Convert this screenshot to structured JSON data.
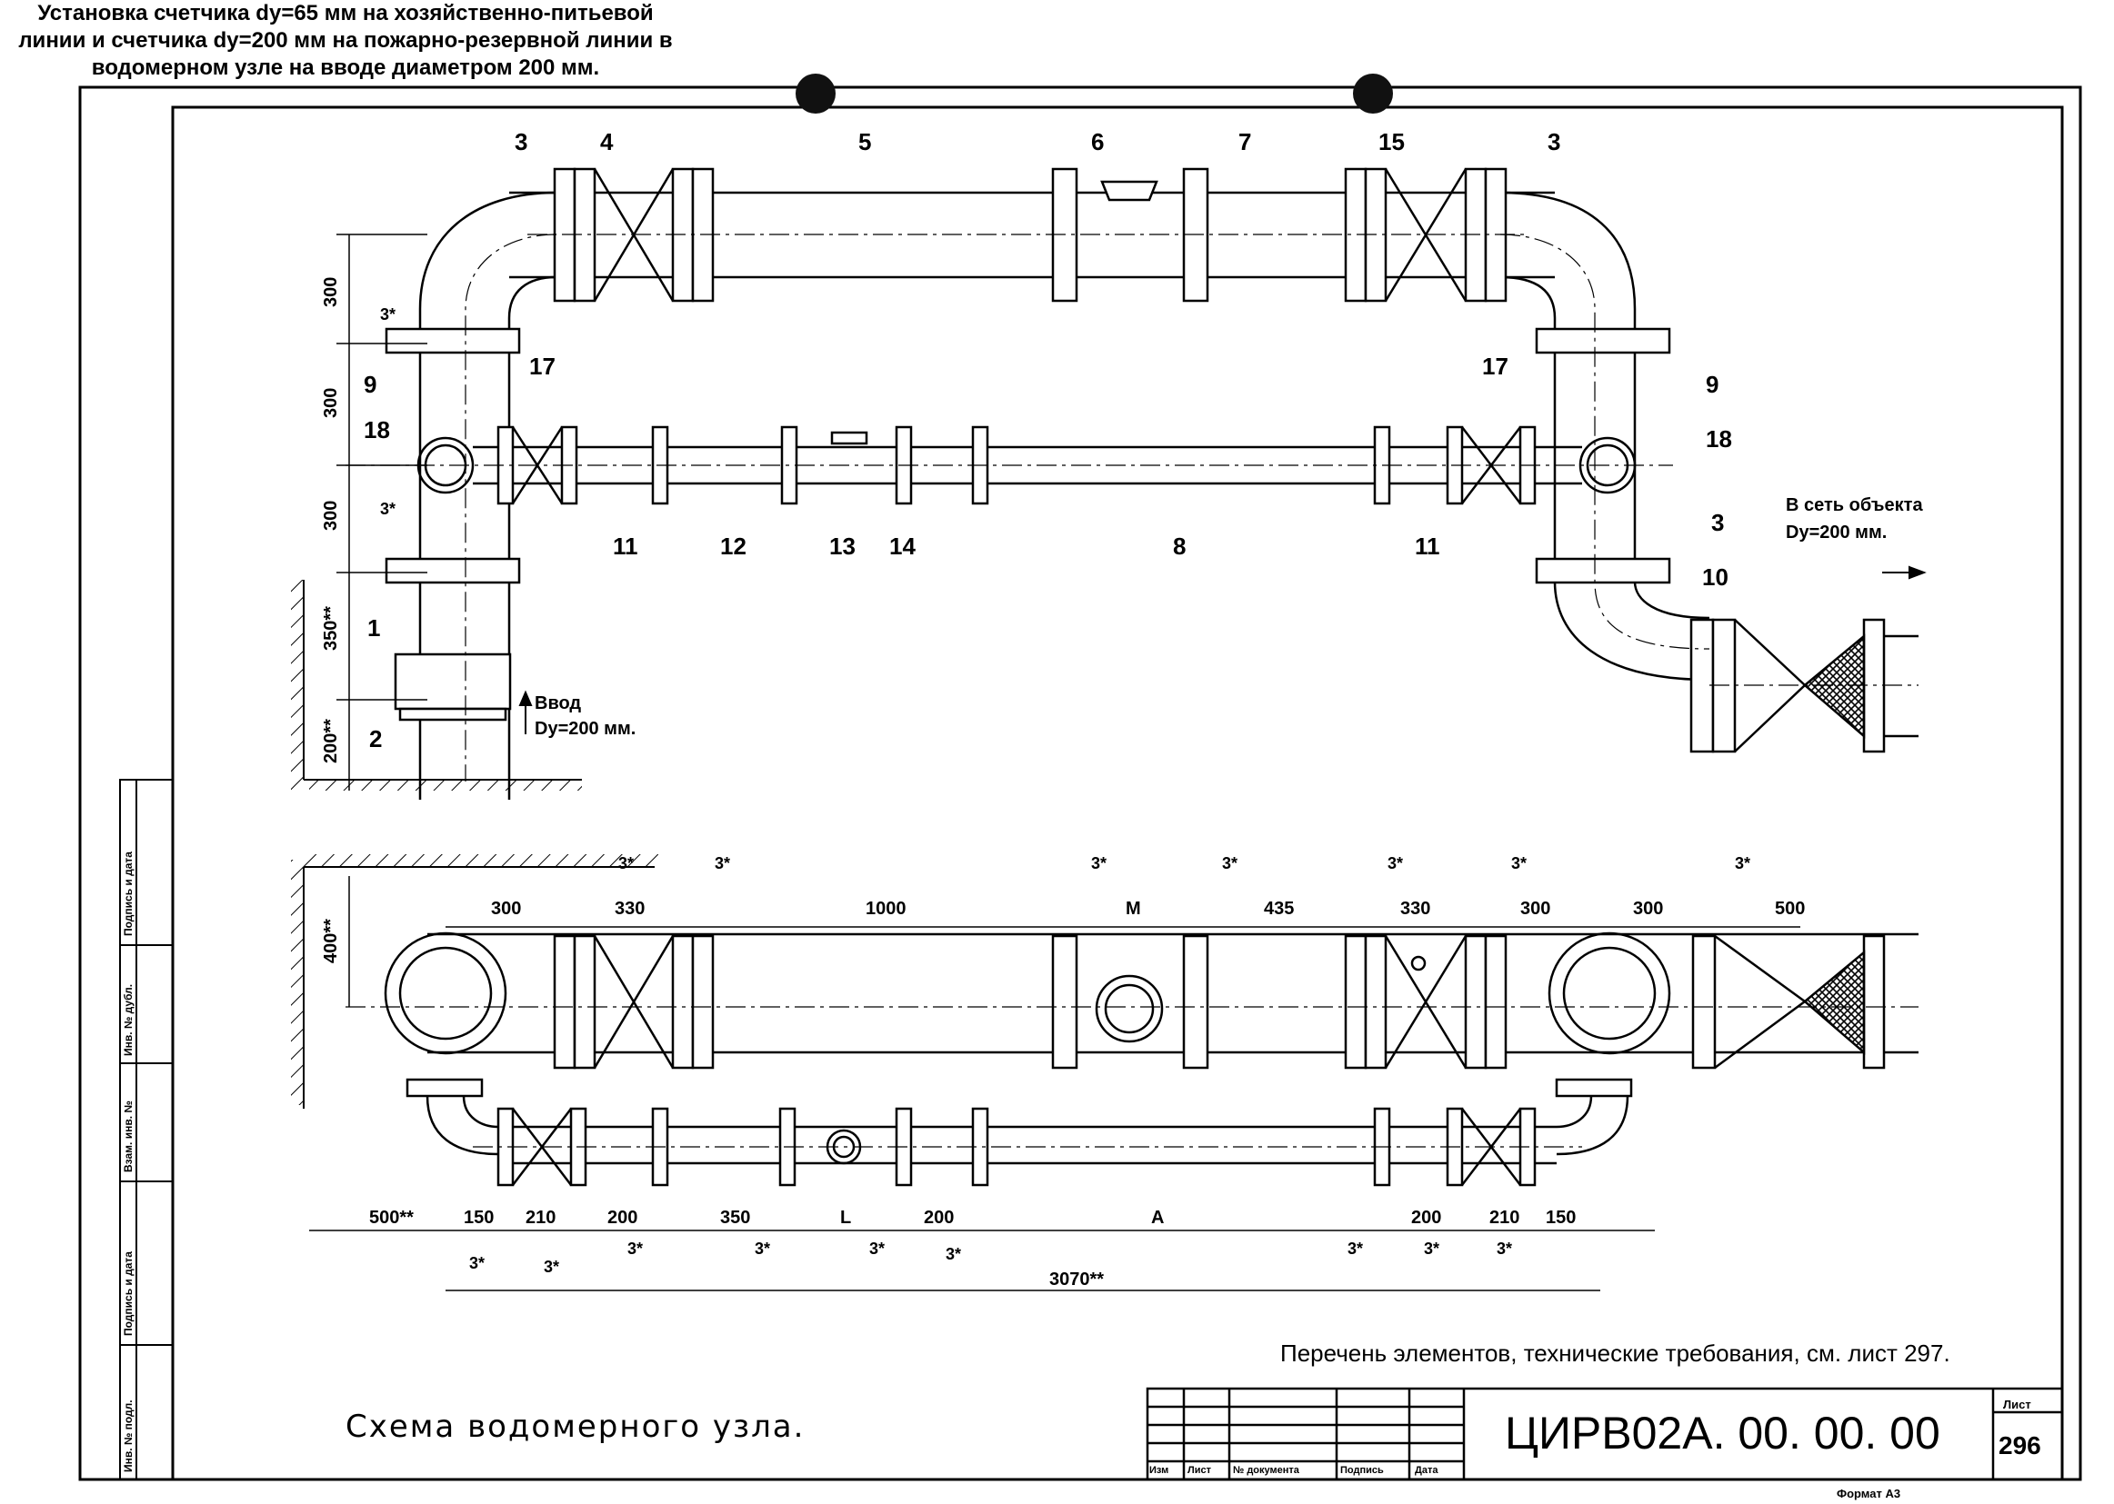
{
  "positions": {
    "p1": "1",
    "p2": "2",
    "p3": "3",
    "p4": "4",
    "p5": "5",
    "p6": "6",
    "p7": "7",
    "p8": "8",
    "p9": "9",
    "p10": "10",
    "p11": "11",
    "p12": "12",
    "p13": "13",
    "p14": "14",
    "p15": "15",
    "p17": "17",
    "p18": "18"
  },
  "left_dims": {
    "d300a": "300",
    "d300b": "300",
    "d300c": "300",
    "d350": "350**",
    "d200": "200**",
    "d400": "400**",
    "chamfer": "3*"
  },
  "inlet": {
    "line1": "Ввод",
    "line2": "Dy=200 мм."
  },
  "outlet": {
    "line1": "В сеть объекта",
    "line2": "Dy=200 мм."
  },
  "top_dims": {
    "c1": "300",
    "c2": "330",
    "c3": "1000",
    "c4": "M",
    "c5": "435",
    "c6": "330",
    "c7": "300",
    "c8": "300",
    "c9": "500"
  },
  "bottom_dims": {
    "b1": "500**",
    "b2": "150",
    "b3": "210",
    "b4": "200",
    "b5": "350",
    "b6": "L",
    "b7": "200",
    "b8": "A",
    "b9": "200",
    "b10": "210",
    "b11": "150",
    "total": "3070**"
  },
  "notes": {
    "line1": "Установка счетчика dy=65 мм на хозяйственно-питьевой",
    "line2": "линии и счетчика dy=200 мм на пожарно-резервной линии в",
    "line3": "водомерном узле на вводе диаметром 200 мм.",
    "title": "Схема водомерного узла.",
    "reference": "Перечень элементов, технические требования, см. лист 297."
  },
  "stamp": {
    "code": "ЦИРВ02А. 00. 00. 00",
    "sheet_label": "Лист",
    "sheet_number": "296",
    "format": "Формат А3",
    "col_izm": "Изм",
    "col_list": "Лист",
    "col_doc": "№ документа",
    "col_sign": "Подпись",
    "col_date": "Дата"
  },
  "side_stamp": {
    "s1": "Подпись и дата",
    "s2": "Инв. № дубл.",
    "s3": "Взам. инв. №",
    "s4": "Подпись и дата",
    "s5": "Инв. № подл."
  }
}
